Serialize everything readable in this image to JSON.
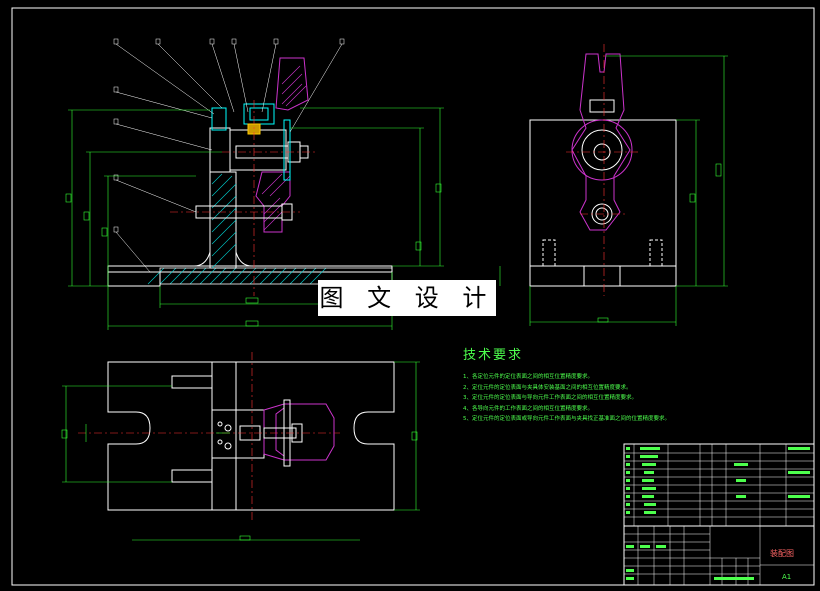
{
  "watermark": "图 文 设 计",
  "technical_requirements": {
    "title": "技术要求",
    "notes": [
      "1、各定位元件的定位表面之间的相互位置精度要求。",
      "2、定位元件的定位表面与夹具体安装基面之间的相互位置精度要求。",
      "3、定位元件的定位表面与导向元件工作表面之间的相互位置精度要求。",
      "4、各导向元件的工作表面之间的相互位置精度要求。",
      "5、定位元件的定位表面或导向元件工作表面与夹具找正基准面之间的位置精度要求。"
    ]
  },
  "title_block": {
    "drawing_name": "装配图",
    "sheet_size": "A1"
  },
  "colors": {
    "background": "#000000",
    "outline": "#ffffff",
    "dimension": "#33ff33",
    "centerline": "#ff3333",
    "section": "#00cccc",
    "part_magenta": "#cc33cc",
    "part_cyan": "#00ffff"
  }
}
